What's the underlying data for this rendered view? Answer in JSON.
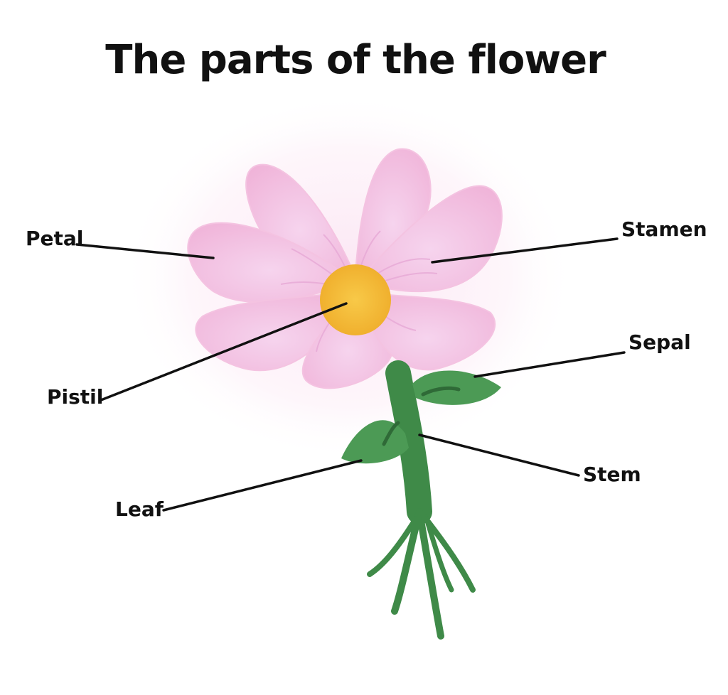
{
  "title": "The parts of the flower",
  "labels": {
    "petal": "Petal",
    "stamen": "Stamen",
    "sepal": "Sepal",
    "pistil": "Pistil",
    "stem": "Stem",
    "leaf": "Leaf"
  },
  "colors": {
    "petal": "#f2b6dc",
    "petal_light": "#f7d3ec",
    "pistil": "#f5b731",
    "stem": "#3f8a48",
    "leaf": "#4c9a55",
    "leader_line": "#111111"
  }
}
